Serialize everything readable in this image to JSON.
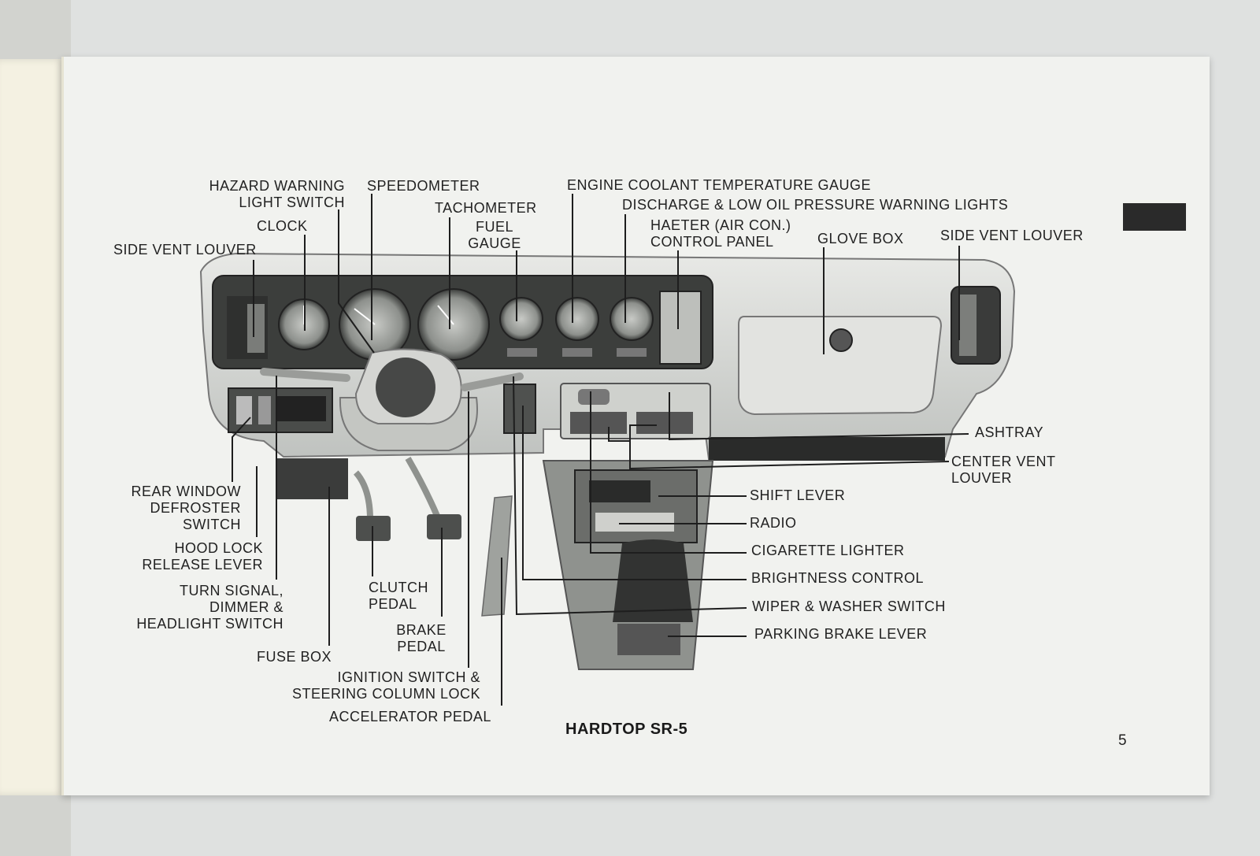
{
  "labels": {
    "hazard": "HAZARD WARNING\nLIGHT SWITCH",
    "speedometer": "SPEEDOMETER",
    "engine_coolant": "ENGINE COOLANT TEMPERATURE GAUGE",
    "discharge": "DISCHARGE & LOW OIL PRESSURE WARNING LIGHTS",
    "tachometer": "TACHOMETER",
    "clock": "CLOCK",
    "fuel_gauge": "FUEL\nGAUGE",
    "heater": "HAETER (AIR CON.)\nCONTROL PANEL",
    "glove_box": "GLOVE BOX",
    "side_vent_right": "SIDE VENT LOUVER",
    "side_vent_left": "SIDE VENT LOUVER",
    "ashtray": "ASHTRAY",
    "center_vent": "CENTER VENT\nLOUVER",
    "shift_lever": "SHIFT LEVER",
    "radio": "RADIO",
    "cigarette": "CIGARETTE LIGHTER",
    "brightness": "BRIGHTNESS CONTROL",
    "wiper": "WIPER & WASHER SWITCH",
    "parking_brake": "PARKING BRAKE LEVER",
    "rear_window": "REAR WINDOW\nDEFROSTER\nSWITCH",
    "hood_lock": "HOOD LOCK\nRELEASE LEVER",
    "turn_signal": "TURN SIGNAL,\nDIMMER &\nHEADLIGHT SWITCH",
    "fuse_box": "FUSE BOX",
    "clutch": "CLUTCH\nPEDAL",
    "brake": "BRAKE\nPEDAL",
    "ignition": "IGNITION SWITCH &\nSTEERING COLUMN LOCK",
    "accelerator": "ACCELERATOR PEDAL"
  },
  "caption": "HARDTOP SR-5",
  "page_number": "5"
}
